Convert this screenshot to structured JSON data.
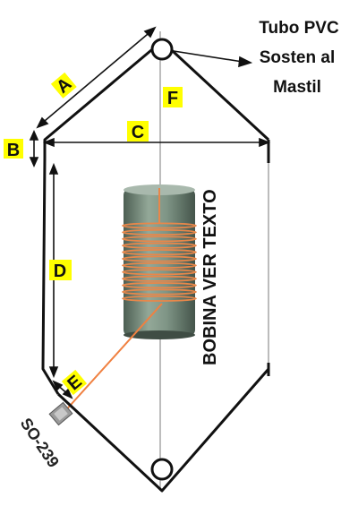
{
  "labels": {
    "a": "A",
    "b": "B",
    "c": "C",
    "d": "D",
    "e": "E",
    "f": "F"
  },
  "support": {
    "line1": "Tubo PVC",
    "line2": "Sosten al",
    "line3": "Mastil"
  },
  "coil_note": "BOBINA VER TEXTO",
  "connector": "SO-239",
  "colors": {
    "frame": "#111111",
    "label_bg": "#ffff00",
    "wire": "#f08040",
    "coil_winding": "#e8874a",
    "coil_body": "#6f8878",
    "mast": "#c8c8c8"
  }
}
